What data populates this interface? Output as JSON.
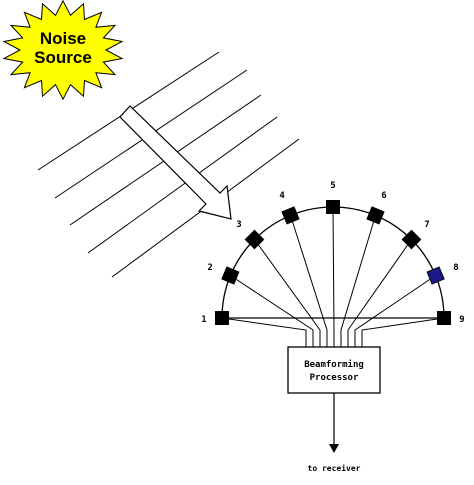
{
  "noise_source": {
    "line1": "Noise",
    "line2": "Source",
    "burst_color": "#ffff00"
  },
  "array": {
    "element_labels": [
      "1",
      "2",
      "3",
      "4",
      "5",
      "6",
      "7",
      "8",
      "9"
    ],
    "element_color": "#000000",
    "highlight_element": "8",
    "highlight_color": "#1a1a8c"
  },
  "processor": {
    "line1": "Beamforming",
    "line2": "Processor"
  },
  "output": {
    "label": "to receiver"
  }
}
